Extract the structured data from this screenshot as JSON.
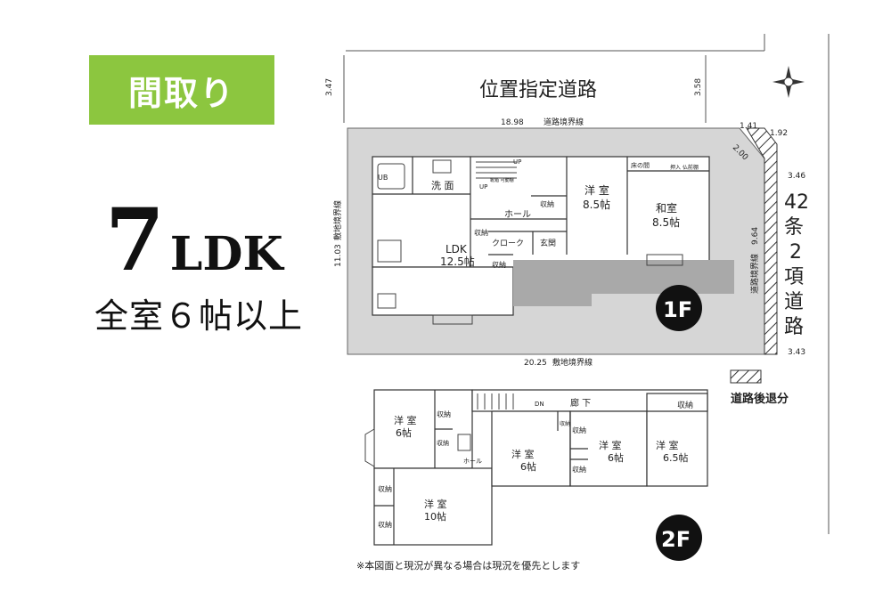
{
  "badge": "間取り",
  "layout_type": {
    "number": "7",
    "text": "LDK"
  },
  "subtitle": "全室６帖以上",
  "road_front": "位置指定道路",
  "road_side": [
    "42",
    "条",
    "2",
    "項",
    "道",
    "路"
  ],
  "setback_legend": "道路後退分",
  "dimensions": {
    "road_width_left": "3.47",
    "road_width_right": "3.58",
    "top_boundary_length": "18.98",
    "top_boundary_label": "道路境界線",
    "corner_1": "1.41",
    "corner_2": "2.00",
    "corner_3": "1.92",
    "side_road_top": "3.46",
    "side_road_bottom": "3.43",
    "left_depth": "11.03",
    "left_label": "敷地境界線",
    "right_depth": "9.64",
    "right_label": "道路境界線",
    "bottom_length": "20.25",
    "bottom_label": "敷地境界線"
  },
  "floor1": {
    "label": "1F",
    "rooms": {
      "ub": "UB",
      "senmen": "洗 面",
      "up1": "UP",
      "up2": "UP",
      "hall": "ホール",
      "ldk_name": "LDK",
      "ldk_size": "12.5帖",
      "cloak": "クローク",
      "entrance": "玄関",
      "shuno1": "収納",
      "shuno2": "収納",
      "shuno3": "収納",
      "yoshitsu_name": "洋 室",
      "yoshitsu_size": "8.5帖",
      "washitsu_name": "和室",
      "washitsu_size": "8.5帖",
      "shoin": "床の間",
      "oshiire": "押入 仏前棚",
      "shoe": "靴箱 可動棚"
    }
  },
  "floor2": {
    "label": "2F",
    "rooms": {
      "r1_name": "洋 室",
      "r1_size": "6帖",
      "r2_name": "洋 室",
      "r2_size": "10帖",
      "r3_name": "洋 室",
      "r3_size": "6帖",
      "r4_name": "洋 室",
      "r4_size": "6帖",
      "r5_name": "洋 室",
      "r5_size": "6.5帖",
      "corridor": "廊 下",
      "hall": "ホール",
      "dn": "DN",
      "shuno": "収納"
    }
  },
  "footnote": "※本図面と現況が異なる場合は現況を優先とします"
}
